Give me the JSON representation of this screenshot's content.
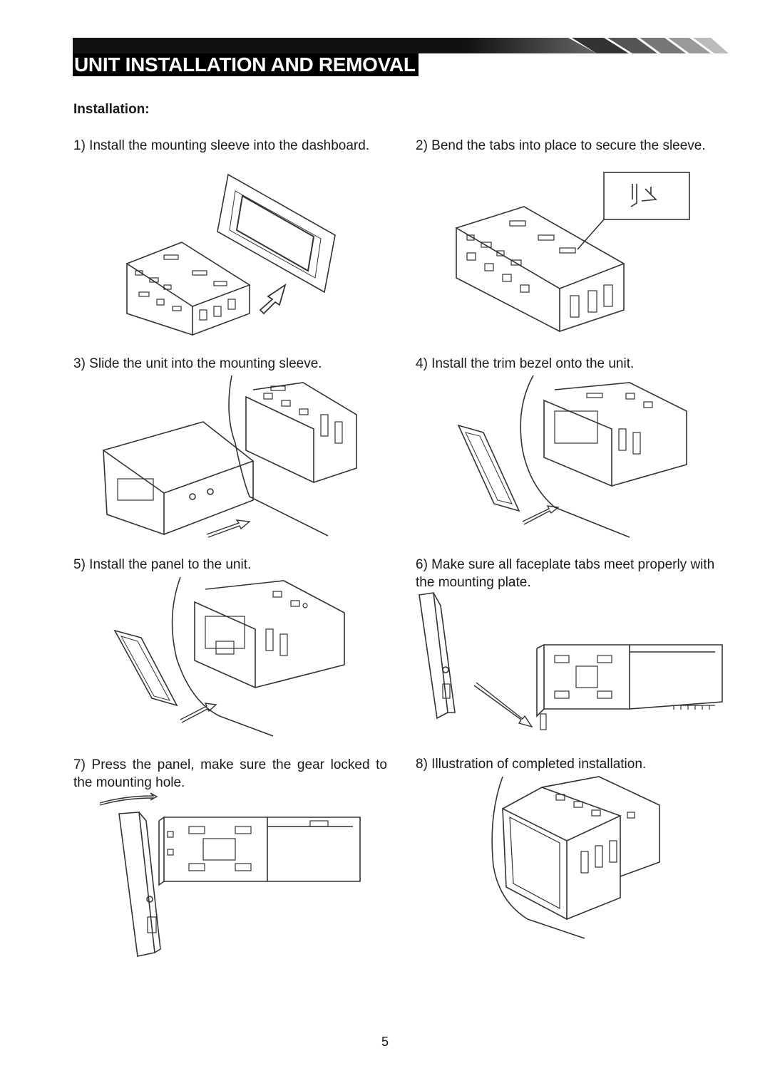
{
  "page": {
    "title": "UNIT INSTALLATION AND REMOVAL",
    "section": "Installation:",
    "page_number": "5"
  },
  "steps": [
    {
      "id": 1,
      "text": "1) Install the mounting sleeve into the dashboard.",
      "figure": "sleeve-into-dashboard"
    },
    {
      "id": 2,
      "text": "2) Bend the tabs into place to secure the sleeve.",
      "figure": "bend-tabs"
    },
    {
      "id": 3,
      "text": "3) Slide the unit into the mounting sleeve.",
      "figure": "slide-unit"
    },
    {
      "id": 4,
      "text": "4) Install the trim bezel onto the unit.",
      "figure": "trim-bezel"
    },
    {
      "id": 5,
      "text": "5) Install the panel to the unit.",
      "figure": "install-panel"
    },
    {
      "id": 6,
      "text": "6) Make sure all faceplate tabs meet properly with the mounting plate.",
      "figure": "faceplate-tabs"
    },
    {
      "id": 7,
      "text": "7) Press the panel, make sure the gear locked to the mounting hole.",
      "figure": "press-panel"
    },
    {
      "id": 8,
      "text": "8) Illustration of completed installation.",
      "figure": "completed-installation"
    }
  ],
  "colors": {
    "ink": "#1a1a1a",
    "title_bg": "#000000",
    "title_text": "#ffffff"
  }
}
